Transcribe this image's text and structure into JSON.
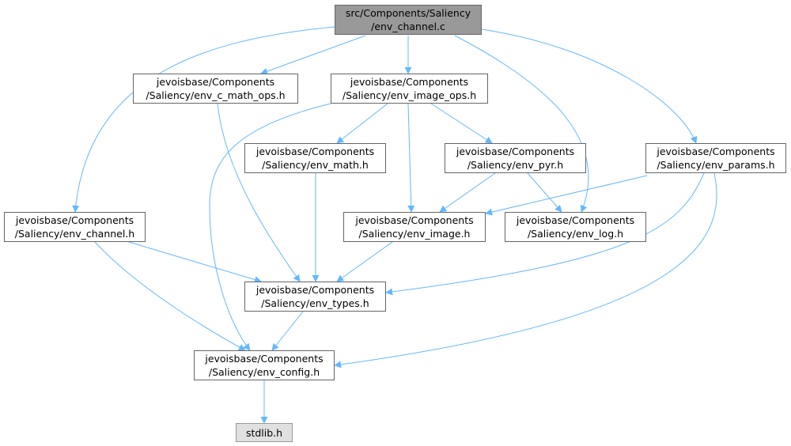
{
  "colors": {
    "edge": "#63b8ff",
    "border": "#666666",
    "root_fill": "#999999",
    "external_fill": "#e0e0e0"
  },
  "nodes": {
    "env_channel_c": {
      "line1": "src/Components/Saliency",
      "line2": "/env_channel.c"
    },
    "env_c_math_ops": {
      "line1": "jevoisbase/Components",
      "line2": "/Saliency/env_c_math_ops.h"
    },
    "env_image_ops": {
      "line1": "jevoisbase/Components",
      "line2": "/Saliency/env_image_ops.h"
    },
    "env_math": {
      "line1": "jevoisbase/Components",
      "line2": "/Saliency/env_math.h"
    },
    "env_pyr": {
      "line1": "jevoisbase/Components",
      "line2": "/Saliency/env_pyr.h"
    },
    "env_params": {
      "line1": "jevoisbase/Components",
      "line2": "/Saliency/env_params.h"
    },
    "env_channel_h": {
      "line1": "jevoisbase/Components",
      "line2": "/Saliency/env_channel.h"
    },
    "env_image": {
      "line1": "jevoisbase/Components",
      "line2": "/Saliency/env_image.h"
    },
    "env_log": {
      "line1": "jevoisbase/Components",
      "line2": "/Saliency/env_log.h"
    },
    "env_types": {
      "line1": "jevoisbase/Components",
      "line2": "/Saliency/env_types.h"
    },
    "env_config": {
      "line1": "jevoisbase/Components",
      "line2": "/Saliency/env_config.h"
    },
    "stdlib": {
      "line1": "stdlib.h"
    }
  },
  "edges": [
    [
      "env_channel_c",
      "env_c_math_ops"
    ],
    [
      "env_channel_c",
      "env_image_ops"
    ],
    [
      "env_channel_c",
      "env_params"
    ],
    [
      "env_channel_c",
      "env_channel_h"
    ],
    [
      "env_channel_c",
      "env_log"
    ],
    [
      "env_c_math_ops",
      "env_types"
    ],
    [
      "env_image_ops",
      "env_math"
    ],
    [
      "env_image_ops",
      "env_pyr"
    ],
    [
      "env_image_ops",
      "env_image"
    ],
    [
      "env_image_ops",
      "env_config"
    ],
    [
      "env_math",
      "env_types"
    ],
    [
      "env_pyr",
      "env_image"
    ],
    [
      "env_pyr",
      "env_log"
    ],
    [
      "env_params",
      "env_image"
    ],
    [
      "env_params",
      "env_types"
    ],
    [
      "env_params",
      "env_config"
    ],
    [
      "env_channel_h",
      "env_types"
    ],
    [
      "env_channel_h",
      "env_config"
    ],
    [
      "env_image",
      "env_types"
    ],
    [
      "env_types",
      "env_config"
    ],
    [
      "env_config",
      "stdlib"
    ]
  ]
}
